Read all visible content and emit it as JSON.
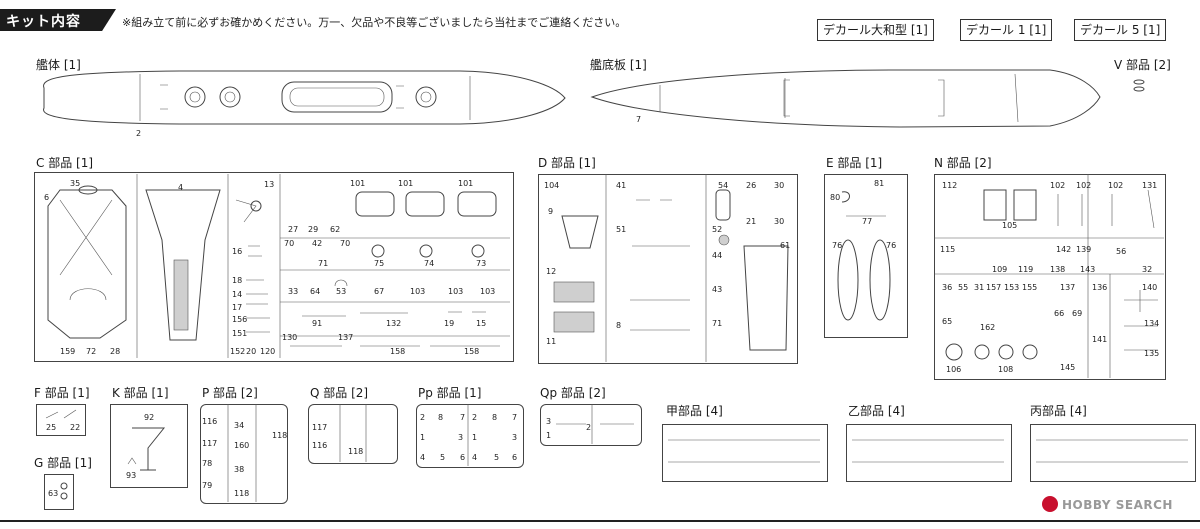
{
  "header": {
    "title": "キット内容",
    "note": "※組み立て前に必ずお確かめください。万一、欠品や不良等ございましたら当社までご連絡ください。"
  },
  "decals": [
    "デカール大和型 [1]",
    "デカール 1 [1]",
    "デカール 5 [1]"
  ],
  "top_parts": {
    "hull": {
      "label": "艦体 [1]",
      "num": "2"
    },
    "bottom_plate": {
      "label": "艦底板 [1]",
      "num": "7"
    },
    "v": {
      "label": "V 部品 [2]"
    }
  },
  "runners": {
    "c": {
      "label": "C 部品 [1]",
      "nums": [
        "35",
        "6",
        "4",
        "13",
        "16",
        "18",
        "14",
        "17",
        "156",
        "151",
        "152",
        "20",
        "120",
        "159",
        "72",
        "28",
        "101",
        "101",
        "101",
        "27",
        "29",
        "62",
        "70",
        "42",
        "70",
        "71",
        "75",
        "74",
        "73",
        "33",
        "64",
        "53",
        "67",
        "103",
        "103",
        "103",
        "91",
        "132",
        "19",
        "15",
        "130",
        "137",
        "158",
        "158"
      ]
    },
    "d": {
      "label": "D 部品 [1]",
      "nums": [
        "104",
        "9",
        "12",
        "11",
        "41",
        "51",
        "8",
        "54",
        "26",
        "30",
        "21",
        "30",
        "52",
        "44",
        "43",
        "71",
        "61"
      ]
    },
    "e": {
      "label": "E 部品 [1]",
      "nums": [
        "81",
        "80",
        "77",
        "76",
        "76"
      ]
    },
    "n": {
      "label": "N 部品 [2]",
      "nums": [
        "112",
        "105",
        "102",
        "102",
        "102",
        "131",
        "115",
        "109",
        "119",
        "142",
        "139",
        "138",
        "143",
        "56",
        "32",
        "36",
        "55",
        "31",
        "157",
        "153",
        "155",
        "137",
        "136",
        "140",
        "65",
        "162",
        "66",
        "69",
        "106",
        "108",
        "145",
        "141",
        "134",
        "135"
      ]
    },
    "f": {
      "label": "F 部品 [1]",
      "nums": [
        "25",
        "22"
      ]
    },
    "g": {
      "label": "G 部品 [1]",
      "nums": [
        "63"
      ]
    },
    "k": {
      "label": "K 部品 [1]",
      "nums": [
        "92",
        "93"
      ]
    },
    "p": {
      "label": "P 部品 [2]",
      "nums": [
        "116",
        "34",
        "118",
        "117",
        "160",
        "78",
        "38",
        "79",
        "118"
      ]
    },
    "q": {
      "label": "Q 部品 [2]",
      "nums": [
        "117",
        "116",
        "118"
      ]
    },
    "pp": {
      "label": "Pp 部品 [1]",
      "nums": [
        "2",
        "8",
        "7",
        "2",
        "8",
        "7",
        "1",
        "3",
        "1",
        "3",
        "4",
        "5",
        "6",
        "4",
        "5",
        "6"
      ]
    },
    "qp": {
      "label": "Qp 部品 [2]",
      "nums": [
        "3",
        "2",
        "1"
      ]
    },
    "ko": {
      "label": "甲部品 [4]"
    },
    "otsu": {
      "label": "乙部品 [4]"
    },
    "hei": {
      "label": "丙部品 [4]"
    }
  },
  "watermark": "HOBBY SEARCH"
}
